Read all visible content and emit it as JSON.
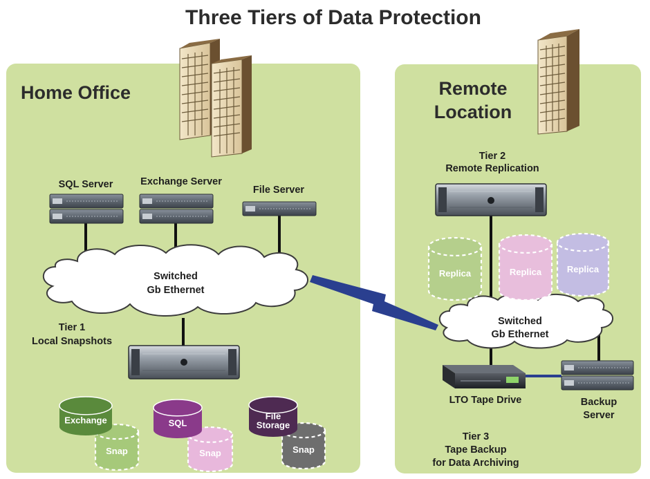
{
  "title": "Three Tiers of Data Protection",
  "colors": {
    "panel": "#cfe0a0",
    "exchange": "#5a8a3c",
    "exchange_snap": "#a6c97a",
    "sql": "#8a3a8a",
    "sql_snap": "#e8b8dc",
    "file": "#4e2a52",
    "file_snap": "#6e6e6e",
    "replica_green": "#b5cf8c",
    "replica_pink": "#e8bedc",
    "replica_purple": "#c3bde3",
    "link": "#2a3f8f"
  },
  "home_office": {
    "heading": "Home Office",
    "servers": {
      "sql": "SQL Server",
      "exchange": "Exchange Server",
      "file": "File Server"
    },
    "network": [
      "Switched",
      "Gb Ethernet"
    ],
    "tier1": [
      "Tier 1",
      "Local Snapshots"
    ],
    "volumes": {
      "exchange": [
        "Exchange"
      ],
      "sql": [
        "SQL"
      ],
      "file_storage": [
        "File",
        "Storage"
      ],
      "snap": "Snap"
    }
  },
  "remote_location": {
    "heading": [
      "Remote",
      "Location"
    ],
    "tier2": [
      "Tier 2",
      "Remote Replication"
    ],
    "replica": "Replica",
    "network": [
      "Switched",
      "Gb Ethernet"
    ],
    "tape_drive": "LTO Tape Drive",
    "backup_server": [
      "Backup",
      "Server"
    ],
    "tier3": [
      "Tier 3",
      "Tape Backup",
      "for Data Archiving"
    ]
  }
}
